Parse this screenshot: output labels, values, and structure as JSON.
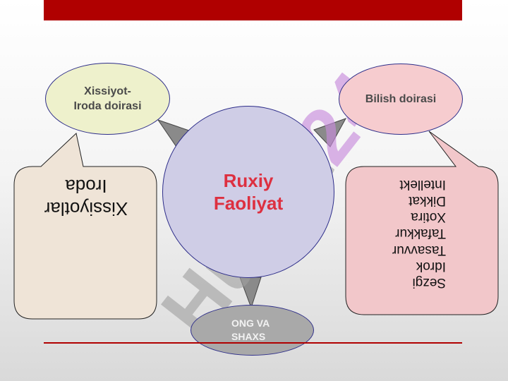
{
  "diagram": {
    "center": {
      "title": [
        "Ruxiy",
        "Faoliyat"
      ]
    },
    "top_left": {
      "label": [
        "Xissiyot-",
        "Iroda doirasi"
      ]
    },
    "top_right": {
      "label": "Bilish doirasi"
    },
    "bottom": {
      "label": [
        "ONG VA",
        "SHAXS"
      ]
    },
    "left_callout": {
      "items": [
        "Xissiyotlar",
        "Iroda"
      ]
    },
    "right_callout": {
      "items": [
        "Sezgi",
        "Idrok",
        "Tasavvur",
        "Tafakkur",
        "Xotira",
        "Dikkat",
        "Intellekt"
      ]
    }
  },
  "watermark": {
    "text": "Hujjat",
    "text_hot": "24"
  },
  "colors": {
    "top_bar": "#b00000",
    "center_fill": "#cfcde6",
    "center_text": "#dd3040",
    "top_left_fill": "#eef1cc",
    "top_right_fill": "#f6cccf",
    "bottom_fill": "#a9a9a9",
    "left_callout_fill": "#efe4d7",
    "right_callout_fill": "#f2c7ca",
    "outline": "#2e2e8a"
  }
}
